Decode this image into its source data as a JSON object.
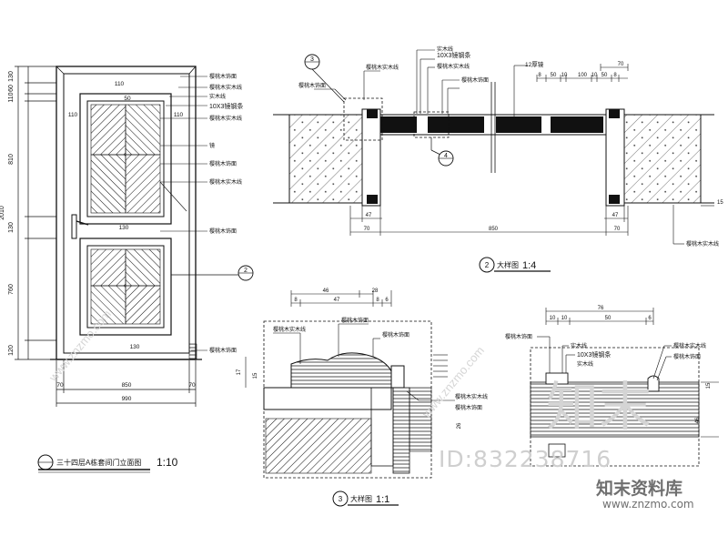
{
  "elevation": {
    "title": "三十四层A栋套间门立面图",
    "scale": "1:10",
    "vertical_dims": [
      "130",
      "60",
      "110",
      "810",
      "130",
      "760",
      "120"
    ],
    "total_height": "2010",
    "inner_dims": {
      "top_gap": "110",
      "left_margin": "110",
      "right_margin": "110",
      "top_inner": "50",
      "mid_rail": "130",
      "lower_rail": "130"
    },
    "bottom_dims": [
      "70",
      "850",
      "70"
    ],
    "total_width": "990",
    "callout_labels": [
      "樱桃木饰面",
      "樱桃木实木线",
      "实木线",
      "10X3镜钢条",
      "樱桃木实木线",
      "镜",
      "樱桃木饰面",
      "樱桃木实木线",
      "樱桃木饰面",
      "樱桃木饰面"
    ],
    "section_marker": "2"
  },
  "detail2": {
    "title": "大样图",
    "scale": "1:4",
    "number": "2",
    "marker_3": "3",
    "marker_4": "4",
    "top_dims": [
      "8",
      "50",
      "10",
      "100",
      "10",
      "50",
      "8",
      "70"
    ],
    "bottom_dims": [
      "47",
      "70",
      "850",
      "47",
      "70"
    ],
    "side_dim": "15",
    "callouts": [
      "樱桃木饰面",
      "樱桃木实木线",
      "10X3镜钢条",
      "实木线",
      "樱桃木实木线",
      "樱桃木饰面",
      "12厚镜",
      "樱桃木实木线"
    ]
  },
  "detail3": {
    "title": "大样图",
    "scale": "1:1",
    "number": "3",
    "top_dims": [
      "46",
      "8",
      "47",
      "28",
      "8",
      "6"
    ],
    "side_dims": [
      "17",
      "15",
      "26"
    ],
    "callouts": [
      "樱桃木实木线",
      "樱桃木饰面",
      "樱桃木饰面",
      "樱桃木实木线",
      "樱桃木饰面"
    ]
  },
  "detail4": {
    "top_dims": [
      "76",
      "10",
      "10",
      "50",
      "6"
    ],
    "side_dims": [
      "15",
      "46"
    ],
    "callouts": [
      "樱桃木饰面",
      "实木线",
      "10X3镜钢条",
      "实木线",
      "樱桃木实木线",
      "樱桃木饰面"
    ]
  },
  "watermark": {
    "brand": "知末",
    "id_text": "ID:832238716",
    "logo": "知末资料库",
    "url": "www.znzmo.com",
    "diagonal": "www.znzmo.com"
  }
}
